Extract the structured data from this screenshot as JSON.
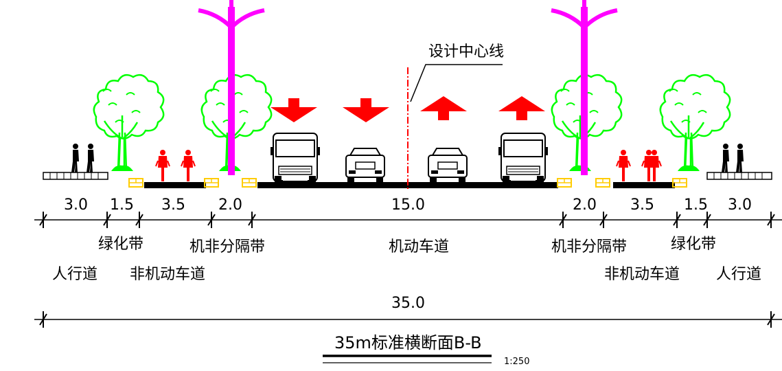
{
  "section": {
    "title": "35m标准横断面B-B",
    "scale": "1:250",
    "center_line_label": "设计中心线",
    "total_width": "35.0",
    "segment_widths": [
      "3.0",
      "1.5",
      "3.5",
      "2.0",
      "15.0",
      "2.0",
      "3.5",
      "1.5",
      "3.0"
    ],
    "labels": {
      "green_belt_left": "绿化带",
      "separator_left": "机非分隔带",
      "motor_lane": "机动车道",
      "separator_right": "机非分隔带",
      "green_belt_right": "绿化带",
      "sidewalk_left": "人行道",
      "nonmotor_left": "非机动车道",
      "nonmotor_right": "非机动车道",
      "sidewalk_right": "人行道"
    }
  },
  "colors": {
    "tree": "#00ff00",
    "lamp_pole": "#ff00ff",
    "arrow": "#ff0000",
    "cyclist": "#ff0000",
    "curb": "#ffcc00",
    "center_line": "#ff0000",
    "road": "#000000"
  },
  "icons": {
    "tree": "tree-icon",
    "street_lamp": "street-lamp-icon",
    "pedestrian": "pedestrian-icon",
    "cyclist": "cyclist-icon",
    "bus": "bus-icon",
    "car": "car-icon",
    "arrow_down": "arrow-down-icon",
    "arrow_up": "arrow-up-icon"
  }
}
